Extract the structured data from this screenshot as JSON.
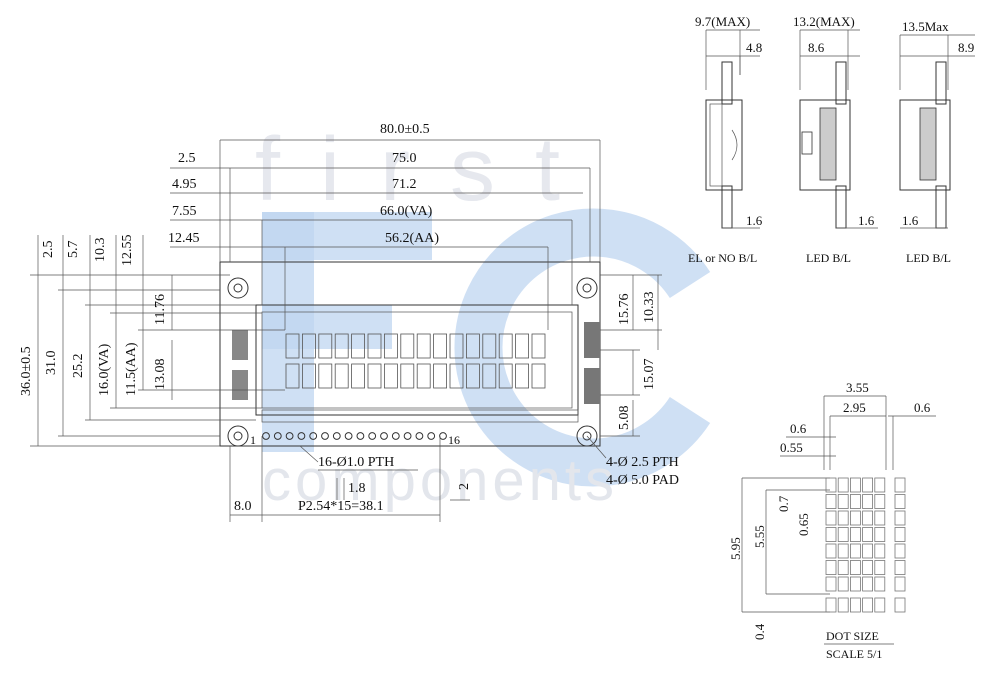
{
  "watermark": {
    "top": "first",
    "mid": "FC",
    "bottom": "components",
    "color_light": "#d9dee8",
    "color_blue": "#b8d0ee"
  },
  "top_dims": [
    "80.0±0.5",
    "75.0",
    "71.2",
    "66.0(VA)",
    "56.2(AA)"
  ],
  "left_offsets": [
    "2.5",
    "4.95",
    "7.55",
    "12.45"
  ],
  "vert_offsets": [
    "2.5",
    "5.7",
    "10.3",
    "12.55"
  ],
  "left_heights": [
    "36.0±0.5",
    "31.0",
    "25.2",
    "16.0(VA)",
    "11.5(AA)",
    "13.08",
    "11.76"
  ],
  "right_heights": [
    "15.76",
    "10.33",
    "15.07",
    "5.08"
  ],
  "bottom": {
    "pth": "16-Ø1.0 PTH",
    "pitch_small": "1.8",
    "edge": "8.0",
    "pitch": "P2.54*15=38.1",
    "height2": "2",
    "pin1": "1",
    "pin16": "16",
    "mount_pth": "4-Ø 2.5 PTH",
    "mount_pad": "4-Ø 5.0 PAD"
  },
  "side_views": [
    {
      "total": "9.7(MAX)",
      "sub": "4.8",
      "bottom": "1.6",
      "caption": "EL or NO B/L"
    },
    {
      "total": "13.2(MAX)",
      "sub": "8.6",
      "bottom": "1.6",
      "caption": "LED B/L"
    },
    {
      "total": "13.5Max",
      "sub": "8.9",
      "bottom": "1.6",
      "caption": "LED B/L"
    }
  ],
  "dot": {
    "w1": "3.55",
    "w2": "2.95",
    "w3": "0.6",
    "w4": "0.6",
    "w5": "0.55",
    "h1": "5.95",
    "h2": "5.55",
    "h3": "0.7",
    "h4": "0.65",
    "h5": "0.4",
    "caption1": "DOT SIZE",
    "caption2": "SCALE 5/1"
  }
}
